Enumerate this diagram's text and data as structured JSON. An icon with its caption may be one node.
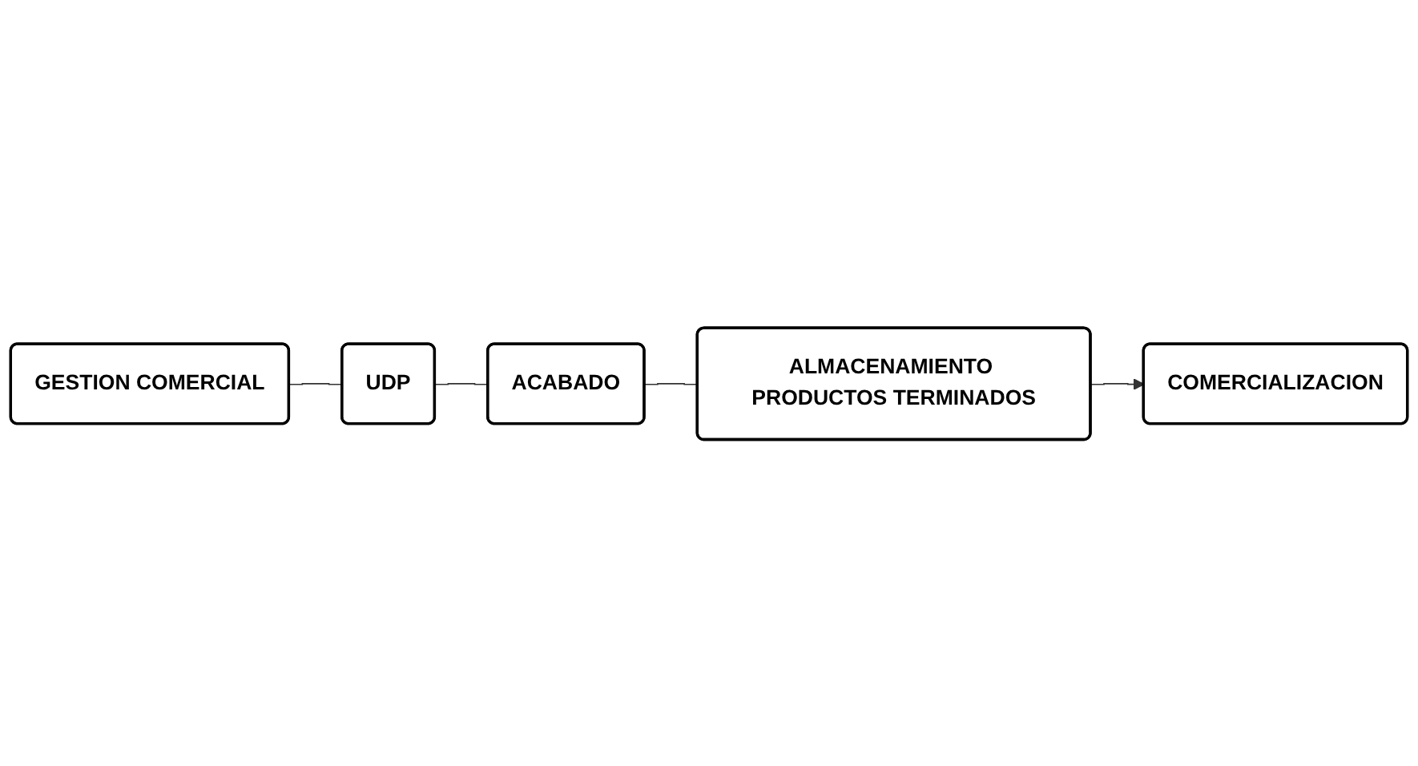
{
  "diagram": {
    "nodes": [
      {
        "text": [
          "GESTION COMERCIAL"
        ]
      },
      {
        "text": [
          "UDP"
        ]
      },
      {
        "text": [
          "ACABADO"
        ]
      },
      {
        "text": [
          "ALMACENAMIENTO PRODUCTOS TERMINADOS"
        ]
      },
      {
        "text": [
          "COMERCIALIZACION"
        ]
      }
    ],
    "edges": [
      {
        "from": 0,
        "to": 1,
        "arrow": "none"
      },
      {
        "from": 1,
        "to": 2,
        "arrow": "none"
      },
      {
        "from": 2,
        "to": 3,
        "arrow": "none"
      },
      {
        "from": 3,
        "to": 4,
        "arrow": "to"
      }
    ]
  }
}
